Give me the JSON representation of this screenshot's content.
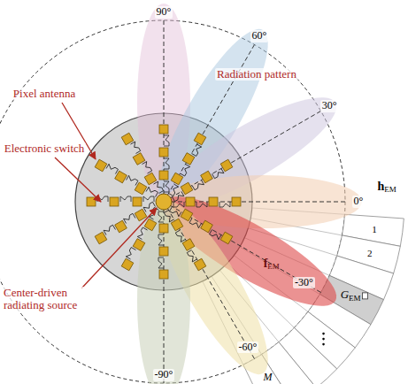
{
  "diagram": {
    "labels": [
      "Pixel antenna",
      "Radiation pattern",
      "Electronic switch",
      "Center-driven radiating source",
      "90°",
      "60°",
      "30°",
      "0°",
      "-30°",
      "-60°",
      "-90°",
      "h",
      "EM",
      "1",
      "2",
      "G",
      "EM",
      "M",
      "f",
      "EM"
    ]
  }
}
